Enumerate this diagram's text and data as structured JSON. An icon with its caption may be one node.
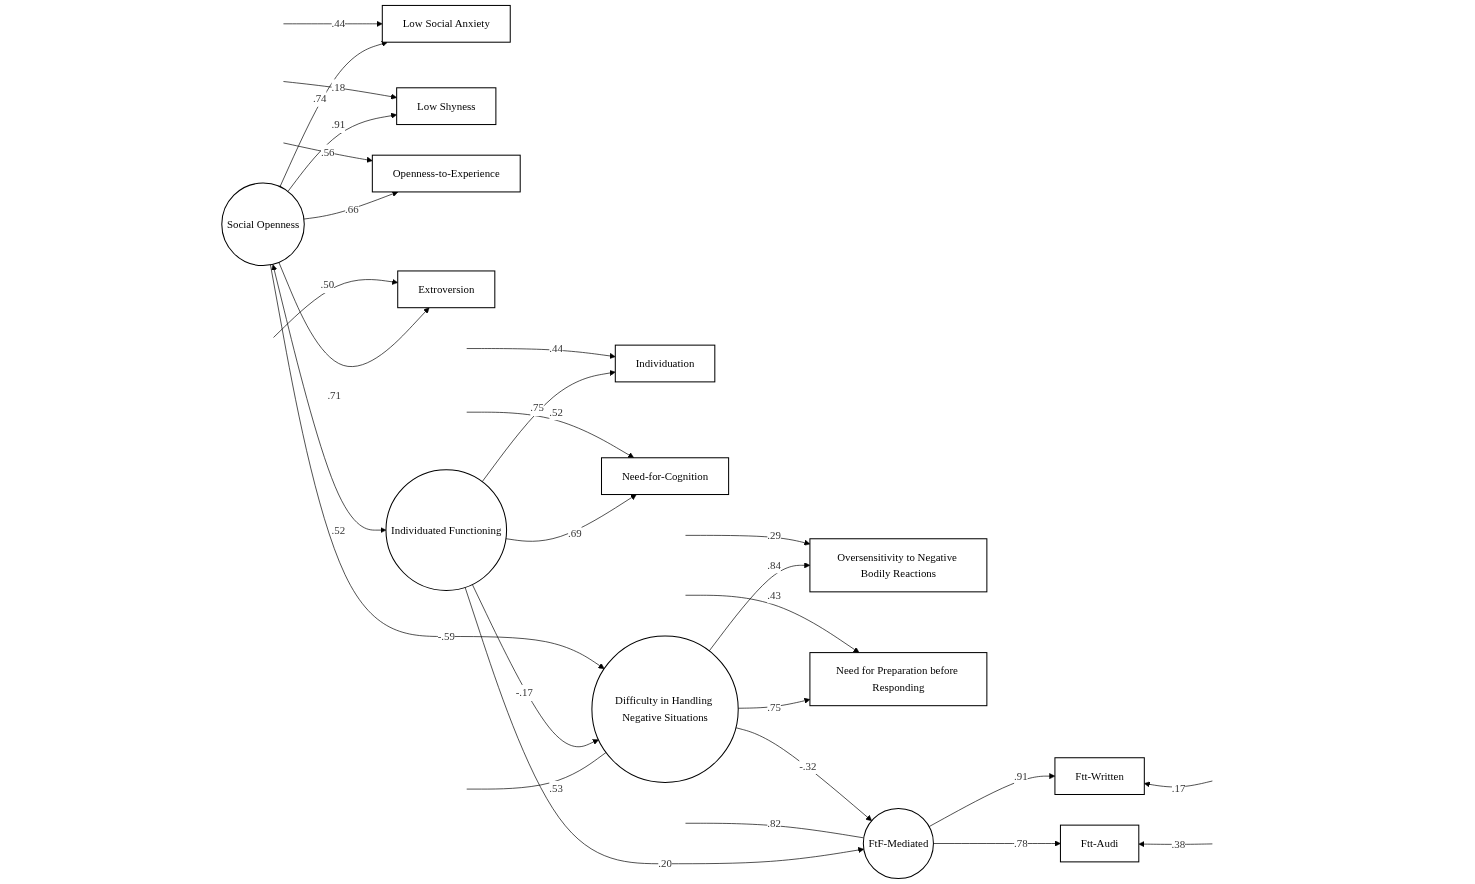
{
  "diagram": {
    "nodes": [
      {
        "text": [
          "Low Social Anxiety"
        ]
      },
      {
        "text": [
          "Low Shyness"
        ]
      },
      {
        "text": [
          "Openness-to-Experience"
        ]
      },
      {
        "text": [
          "Extroversion"
        ]
      },
      {
        "text": [
          "Individuation"
        ]
      },
      {
        "text": [
          "Need-for-Cognition"
        ]
      },
      {
        "text": [
          "Social Openness"
        ]
      },
      {
        "text": [
          "Individuated Functioning"
        ]
      },
      {
        "text": [
          "Oversensitivity to Negative Bodily Reactions"
        ]
      },
      {
        "text": [
          "Need for Preparation before Responding"
        ]
      },
      {
        "text": [
          "Difficulty in Handling Negative Situations"
        ]
      },
      {
        "text": [
          "FtF-Mediated"
        ]
      },
      {
        "text": [
          "Ftt-Written"
        ]
      },
      {
        "text": [
          "Ftt-Audi"
        ]
      }
    ],
    "edges": [
      {
        "from": null,
        "to": 0,
        "arrow": "to",
        "label": ".44"
      },
      {
        "from": null,
        "to": 1,
        "arrow": "to",
        "label": ".18"
      },
      {
        "from": null,
        "to": 2,
        "arrow": "to",
        "label": ".56"
      },
      {
        "from": null,
        "to": 3,
        "arrow": "to",
        "label": ".50"
      },
      {
        "from": null,
        "to": 4,
        "arrow": "to",
        "label": ".44"
      },
      {
        "from": null,
        "to": 5,
        "arrow": "to",
        "label": ".52"
      },
      {
        "from": 6,
        "to": 0,
        "arrow": "to",
        "label": ".74"
      },
      {
        "from": 6,
        "to": 1,
        "arrow": "to",
        "label": ".91"
      },
      {
        "from": 6,
        "to": 2,
        "arrow": "to",
        "label": ".66"
      },
      {
        "from": 6,
        "to": 3,
        "arrow": "to",
        "label": ".71"
      },
      {
        "from": 6,
        "to": 7,
        "arrow": "both",
        "label": ".52"
      },
      {
        "from": 7,
        "to": 4,
        "arrow": "to",
        "label": ".75"
      },
      {
        "from": 7,
        "to": 5,
        "arrow": "to",
        "label": ".69"
      },
      {
        "from": null,
        "to": 8,
        "arrow": "to",
        "label": ".29"
      },
      {
        "from": null,
        "to": 9,
        "arrow": "to",
        "label": ".43"
      },
      {
        "from": 10,
        "to": 8,
        "arrow": "to",
        "label": ".84"
      },
      {
        "from": 10,
        "to": 9,
        "arrow": "to",
        "label": ".75"
      },
      {
        "from": 6,
        "to": 10,
        "arrow": "to",
        "label": "-.59"
      },
      {
        "from": 7,
        "to": 10,
        "arrow": "to",
        "label": "-.17"
      },
      {
        "from": null,
        "to": 10,
        "arrow": "none",
        "label": ".53"
      },
      {
        "from": 10,
        "to": 11,
        "arrow": "to",
        "label": "-.32"
      },
      {
        "from": null,
        "to": 11,
        "arrow": "none",
        "label": ".82"
      },
      {
        "from": 7,
        "to": 11,
        "arrow": "to",
        "label": ".20"
      },
      {
        "from": 11,
        "to": 12,
        "arrow": "to",
        "label": ".91"
      },
      {
        "from": 11,
        "to": 13,
        "arrow": "to",
        "label": ".78"
      },
      {
        "from": null,
        "to": 12,
        "arrow": "to",
        "label": ".17"
      },
      {
        "from": null,
        "to": 13,
        "arrow": "to",
        "label": ".38"
      }
    ]
  }
}
